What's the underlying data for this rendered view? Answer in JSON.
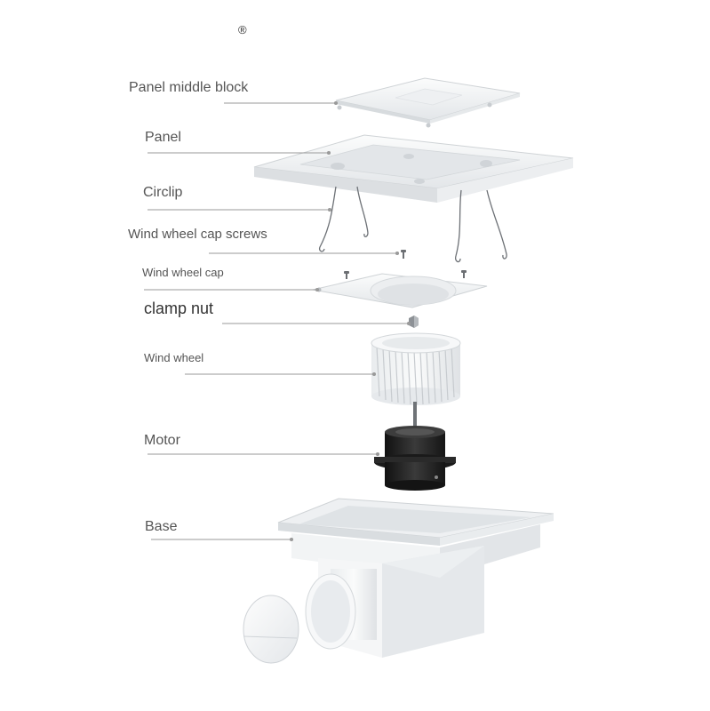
{
  "registered_mark": "®",
  "labels": [
    {
      "id": "panel-middle-block",
      "text": "Panel middle block"
    },
    {
      "id": "panel",
      "text": "Panel"
    },
    {
      "id": "circlip",
      "text": "Circlip"
    },
    {
      "id": "wind-wheel-cap-screws",
      "text": "Wind wheel cap screws"
    },
    {
      "id": "wind-wheel-cap",
      "text": "Wind wheel cap"
    },
    {
      "id": "clamp-nut",
      "text": "clamp nut"
    },
    {
      "id": "wind-wheel",
      "text": "Wind wheel"
    },
    {
      "id": "motor",
      "text": "Motor"
    },
    {
      "id": "base",
      "text": "Base"
    }
  ],
  "colors": {
    "label_text": "#555555",
    "leader_line": "#9a9a9a",
    "plastic_white": "#f4f5f6",
    "plastic_shadow": "#d5d8dc",
    "motor_black": "#222222"
  }
}
